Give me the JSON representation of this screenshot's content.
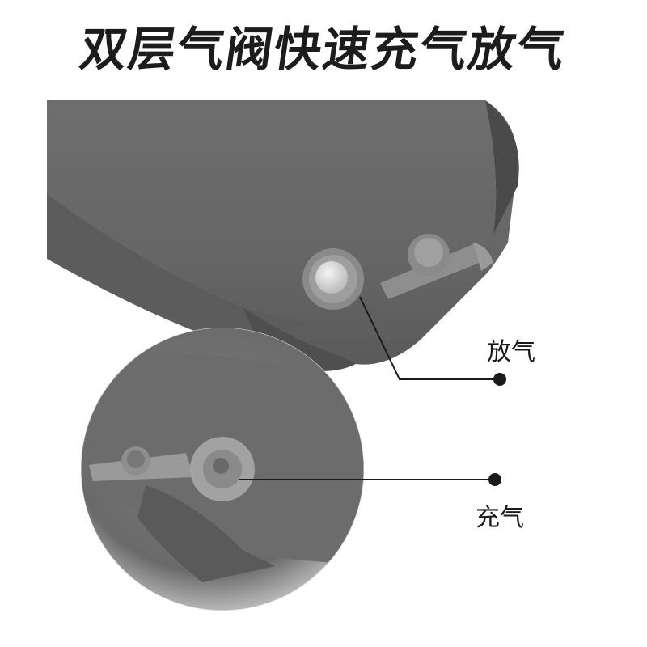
{
  "title": "双层气阀快速充气放气",
  "callouts": [
    {
      "label": "放气",
      "meaning": "deflate valve"
    },
    {
      "label": "充气",
      "meaning": "inflate valve"
    }
  ],
  "colors": {
    "background": "#ffffff",
    "fabric": "#6b6b6b",
    "fabric_dark": "#4f4f4f",
    "valve": "#9a9a9a",
    "text": "#1a1a1a"
  }
}
